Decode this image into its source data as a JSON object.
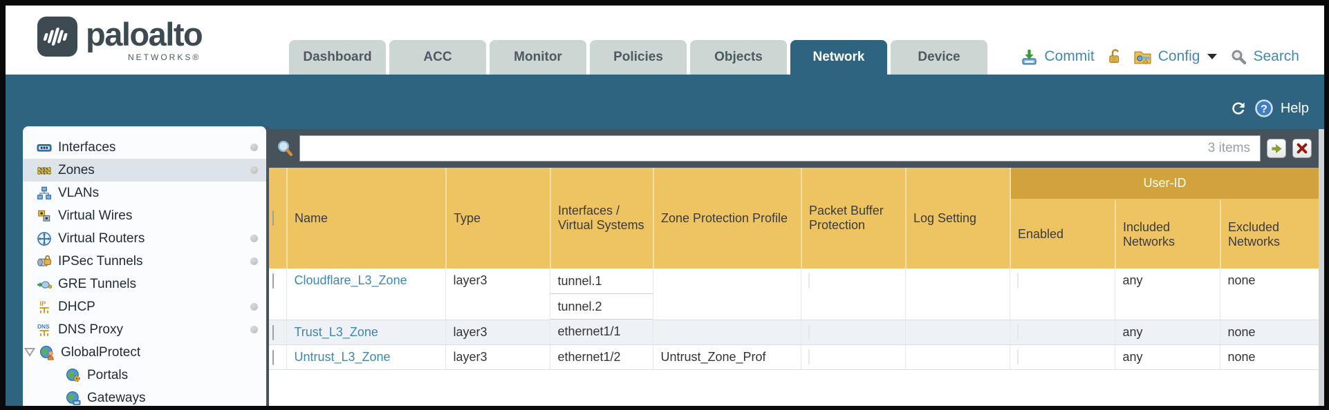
{
  "brand": {
    "name": "paloalto",
    "subtitle": "NETWORKS®"
  },
  "tabs": [
    {
      "label": "Dashboard",
      "active": false
    },
    {
      "label": "ACC",
      "active": false
    },
    {
      "label": "Monitor",
      "active": false
    },
    {
      "label": "Policies",
      "active": false
    },
    {
      "label": "Objects",
      "active": false
    },
    {
      "label": "Network",
      "active": true
    },
    {
      "label": "Device",
      "active": false
    }
  ],
  "header_actions": {
    "commit": "Commit",
    "config": "Config",
    "search": "Search"
  },
  "band": {
    "help": "Help"
  },
  "filter": {
    "value": "",
    "count": "3 items"
  },
  "sidebar": {
    "items": [
      {
        "label": "Interfaces",
        "dot": true
      },
      {
        "label": "Zones",
        "dot": true,
        "selected": true
      },
      {
        "label": "VLANs",
        "dot": false
      },
      {
        "label": "Virtual Wires",
        "dot": false
      },
      {
        "label": "Virtual Routers",
        "dot": true
      },
      {
        "label": "IPSec Tunnels",
        "dot": true
      },
      {
        "label": "GRE Tunnels",
        "dot": false
      },
      {
        "label": "DHCP",
        "dot": true
      },
      {
        "label": "DNS Proxy",
        "dot": true
      },
      {
        "label": "GlobalProtect",
        "dot": false,
        "expanded": true
      },
      {
        "label": "Portals",
        "dot": false,
        "child": true
      },
      {
        "label": "Gateways",
        "dot": false,
        "child": true
      }
    ]
  },
  "table": {
    "group_header": "User-ID",
    "columns": {
      "name": "Name",
      "type": "Type",
      "interfaces": "Interfaces / Virtual Systems",
      "zone_protection_profile": "Zone Protection Profile",
      "packet_buffer_protection": "Packet Buffer Protection",
      "log_setting": "Log Setting",
      "enabled": "Enabled",
      "included_networks": "Included Networks",
      "excluded_networks": "Excluded Networks"
    },
    "rows": [
      {
        "name": "Cloudflare_L3_Zone",
        "type": "layer3",
        "interfaces": [
          "tunnel.1",
          "tunnel.2"
        ],
        "zone_protection_profile": "",
        "log_setting": "",
        "included_networks": "any",
        "excluded_networks": "none"
      },
      {
        "name": "Trust_L3_Zone",
        "type": "layer3",
        "interfaces": [
          "ethernet1/1"
        ],
        "zone_protection_profile": "",
        "log_setting": "",
        "included_networks": "any",
        "excluded_networks": "none"
      },
      {
        "name": "Untrust_L3_Zone",
        "type": "layer3",
        "interfaces": [
          "ethernet1/2"
        ],
        "zone_protection_profile": "Untrust_Zone_Prof",
        "log_setting": "",
        "included_networks": "any",
        "excluded_networks": "none"
      }
    ]
  },
  "colors": {
    "accent_teal": "#2e6480",
    "header_gold": "#eec463",
    "group_gold": "#d2a23c",
    "toolbar_dark": "#47525a",
    "link_blue": "#3e87ac",
    "action_blue": "#4189b4"
  }
}
